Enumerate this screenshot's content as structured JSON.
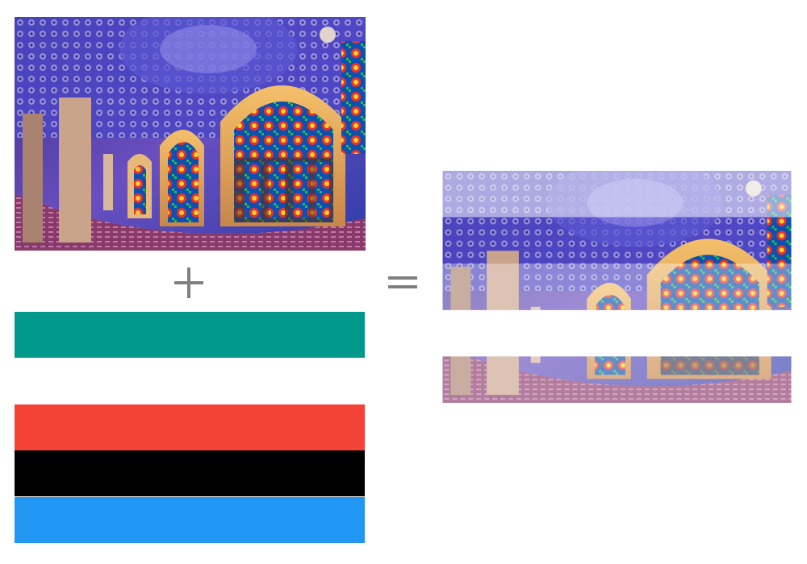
{
  "illustration": {
    "operand_photo": {
      "subject": "stained-glass-mosque-interior"
    },
    "operator_plus": {
      "icon": "plus-icon"
    },
    "operator_equals": {
      "icon": "equals-icon"
    },
    "stripes": [
      {
        "name": "teal-stripe",
        "color": "#00988a"
      },
      {
        "name": "white-stripe",
        "color": "#ffffff"
      },
      {
        "name": "red-stripe",
        "color": "#f44336"
      },
      {
        "name": "black-stripe",
        "color": "#000000"
      },
      {
        "name": "blue-stripe",
        "color": "#2196f3"
      }
    ],
    "result_bands": [
      {
        "name": "teal-overlay-band",
        "mode": "screen"
      },
      {
        "name": "white-overlay-band",
        "mode": "screen"
      },
      {
        "name": "red-overlay-band",
        "mode": "screen"
      },
      {
        "name": "black-overlay-band",
        "mode": "screen"
      },
      {
        "name": "blue-overlay-band",
        "mode": "screen"
      }
    ],
    "operator_color": "#808080"
  }
}
